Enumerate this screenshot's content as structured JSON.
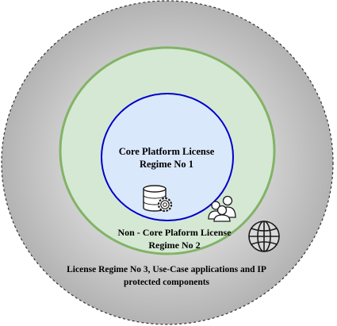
{
  "diagram": {
    "inner": {
      "line1": "Core Platform License",
      "line2": "Regime No 1",
      "fill": "#dae8fc",
      "stroke": "#0000cc"
    },
    "middle": {
      "line1": "Non - Core Plaform License",
      "line2": "Regime No 2",
      "fill": "#d5e8d4",
      "stroke": "#82b366"
    },
    "outer": {
      "line1": "License Regime No 3, Use-Case applications and IP",
      "line2": "protected components",
      "fill_center": "#ffffff",
      "fill_edge": "#b3b3b3",
      "stroke": "#333333"
    },
    "icons": [
      "database-gear-icon",
      "users-icon",
      "globe-icon"
    ]
  }
}
